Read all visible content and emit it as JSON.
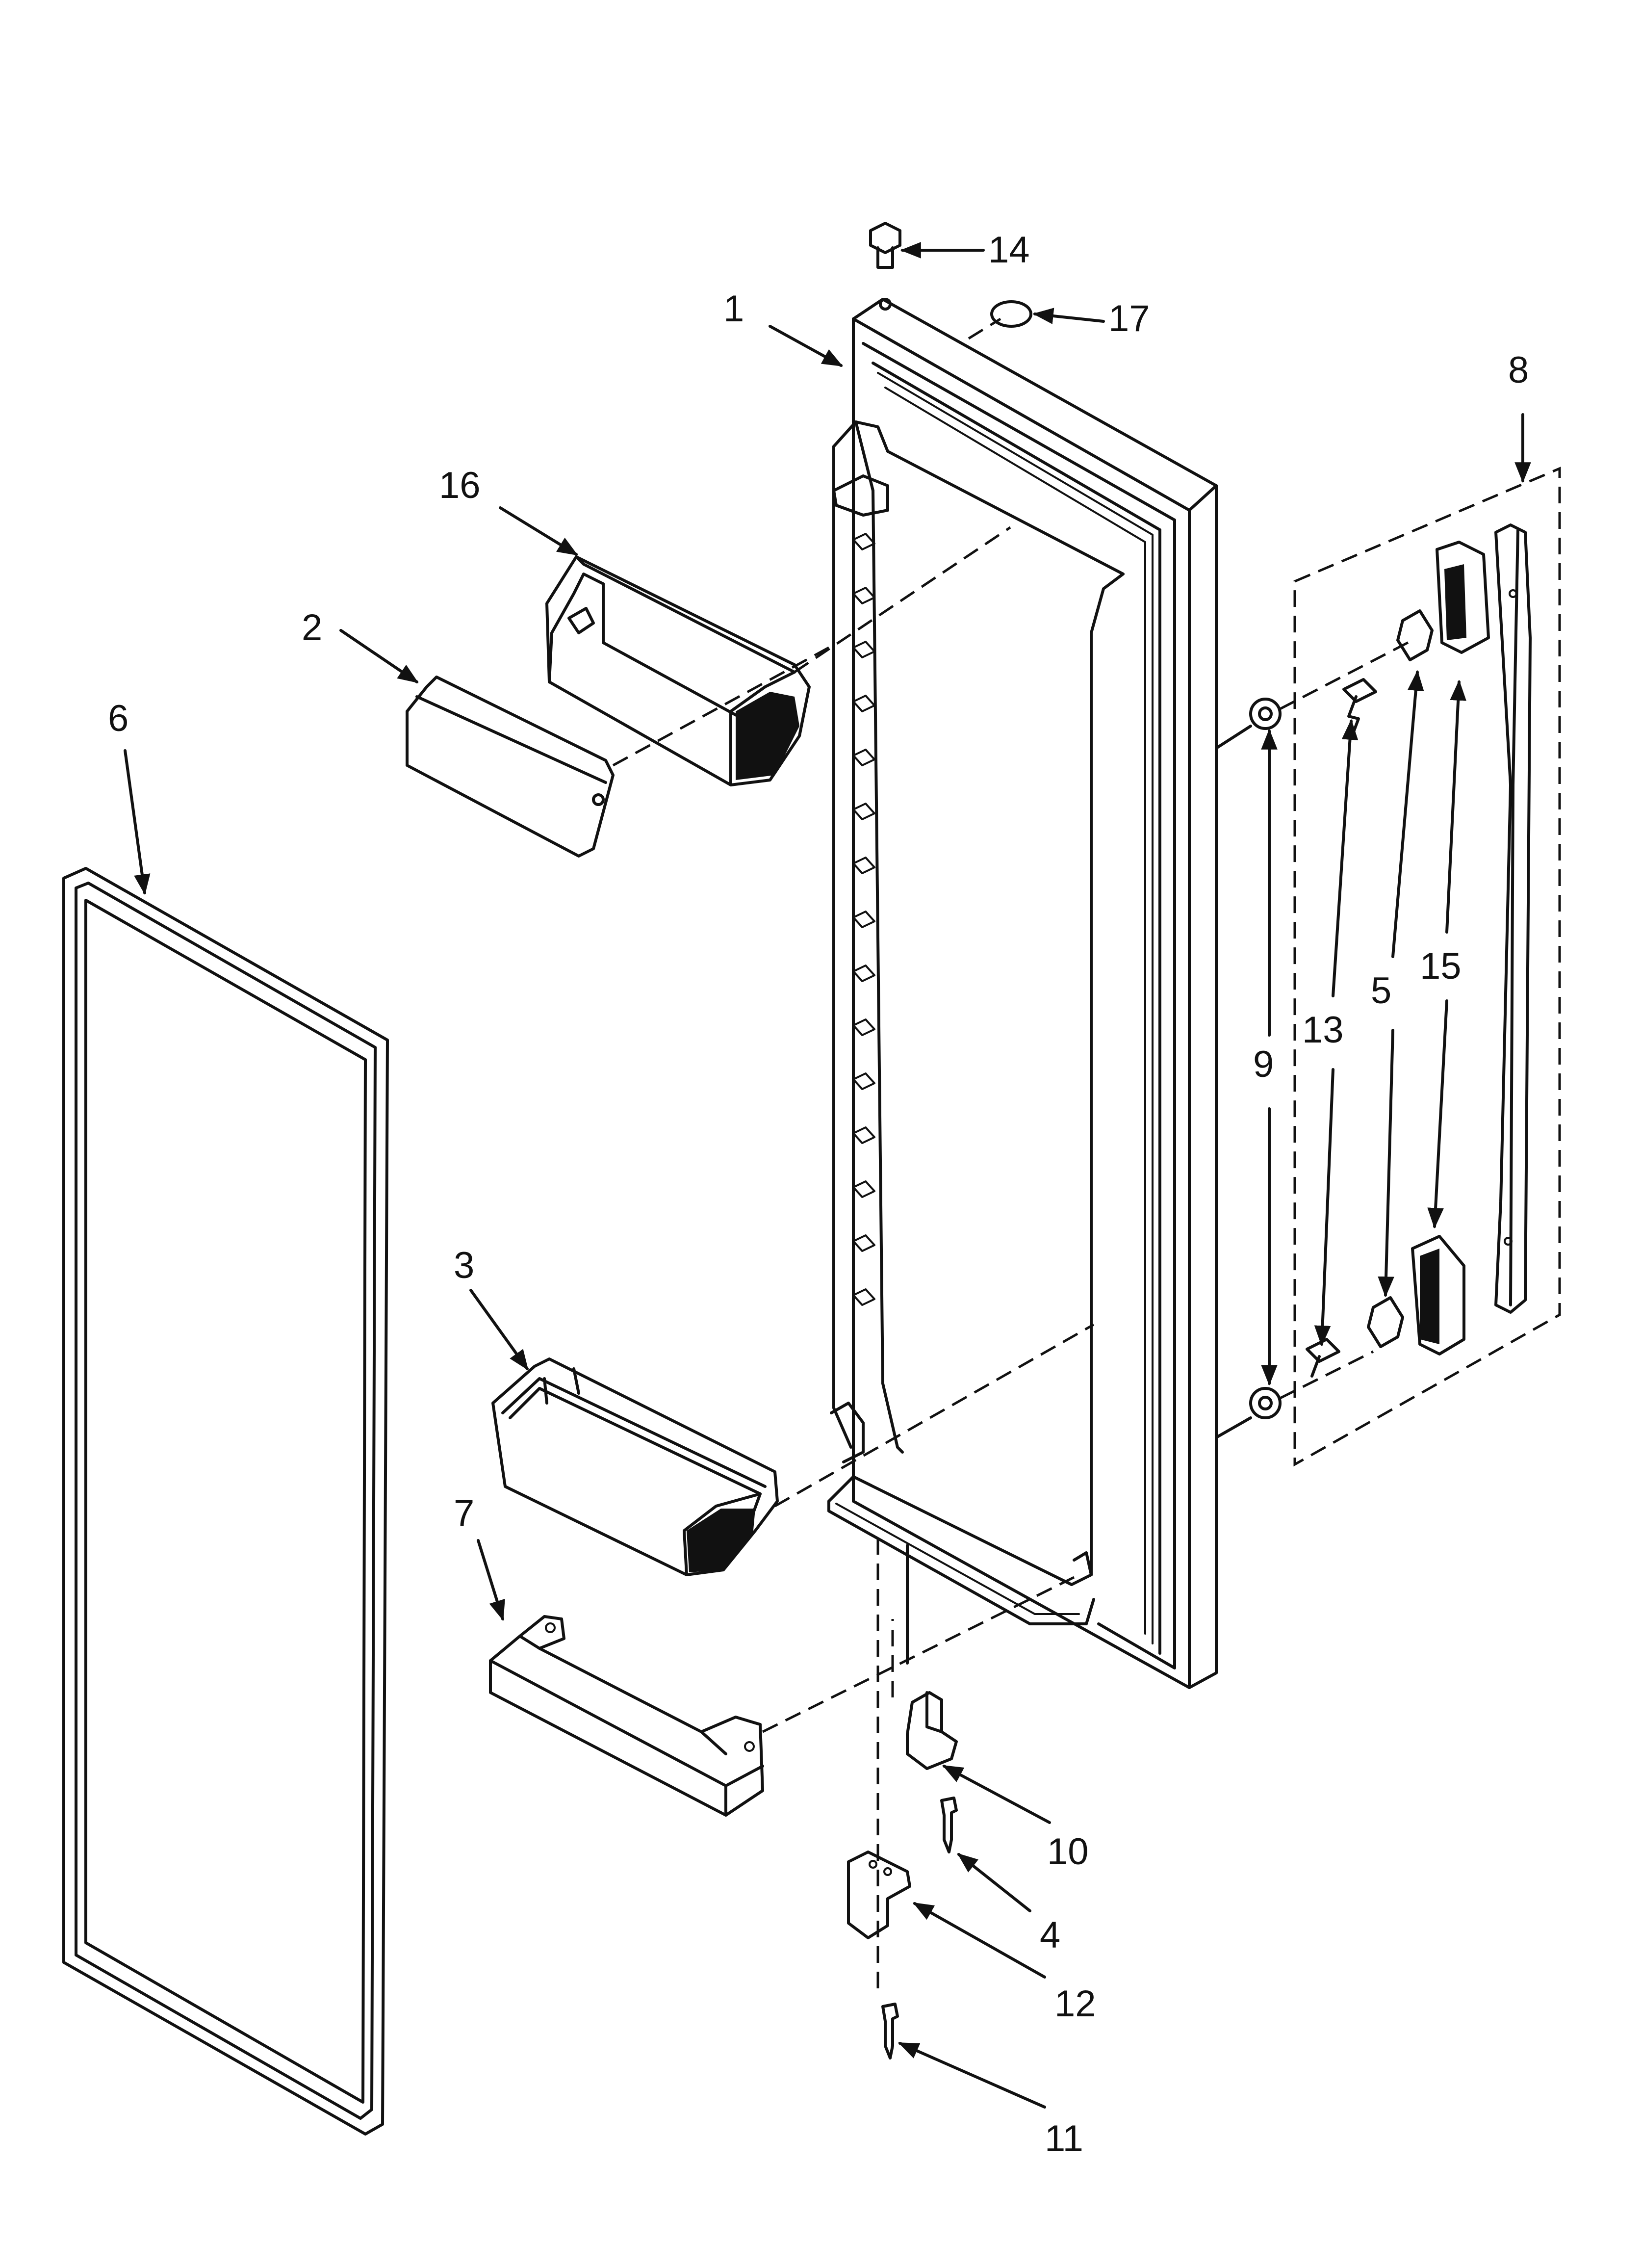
{
  "diagram": {
    "type": "exploded-parts-diagram",
    "callouts": [
      {
        "id": "1",
        "label": "1"
      },
      {
        "id": "2",
        "label": "2"
      },
      {
        "id": "3",
        "label": "3"
      },
      {
        "id": "4",
        "label": "4"
      },
      {
        "id": "5",
        "label": "5"
      },
      {
        "id": "6",
        "label": "6"
      },
      {
        "id": "7",
        "label": "7"
      },
      {
        "id": "8",
        "label": "8"
      },
      {
        "id": "9",
        "label": "9"
      },
      {
        "id": "10",
        "label": "10"
      },
      {
        "id": "11",
        "label": "11"
      },
      {
        "id": "12",
        "label": "12"
      },
      {
        "id": "13",
        "label": "13"
      },
      {
        "id": "14",
        "label": "14"
      },
      {
        "id": "15",
        "label": "15"
      },
      {
        "id": "16",
        "label": "16"
      },
      {
        "id": "17",
        "label": "17"
      }
    ]
  }
}
